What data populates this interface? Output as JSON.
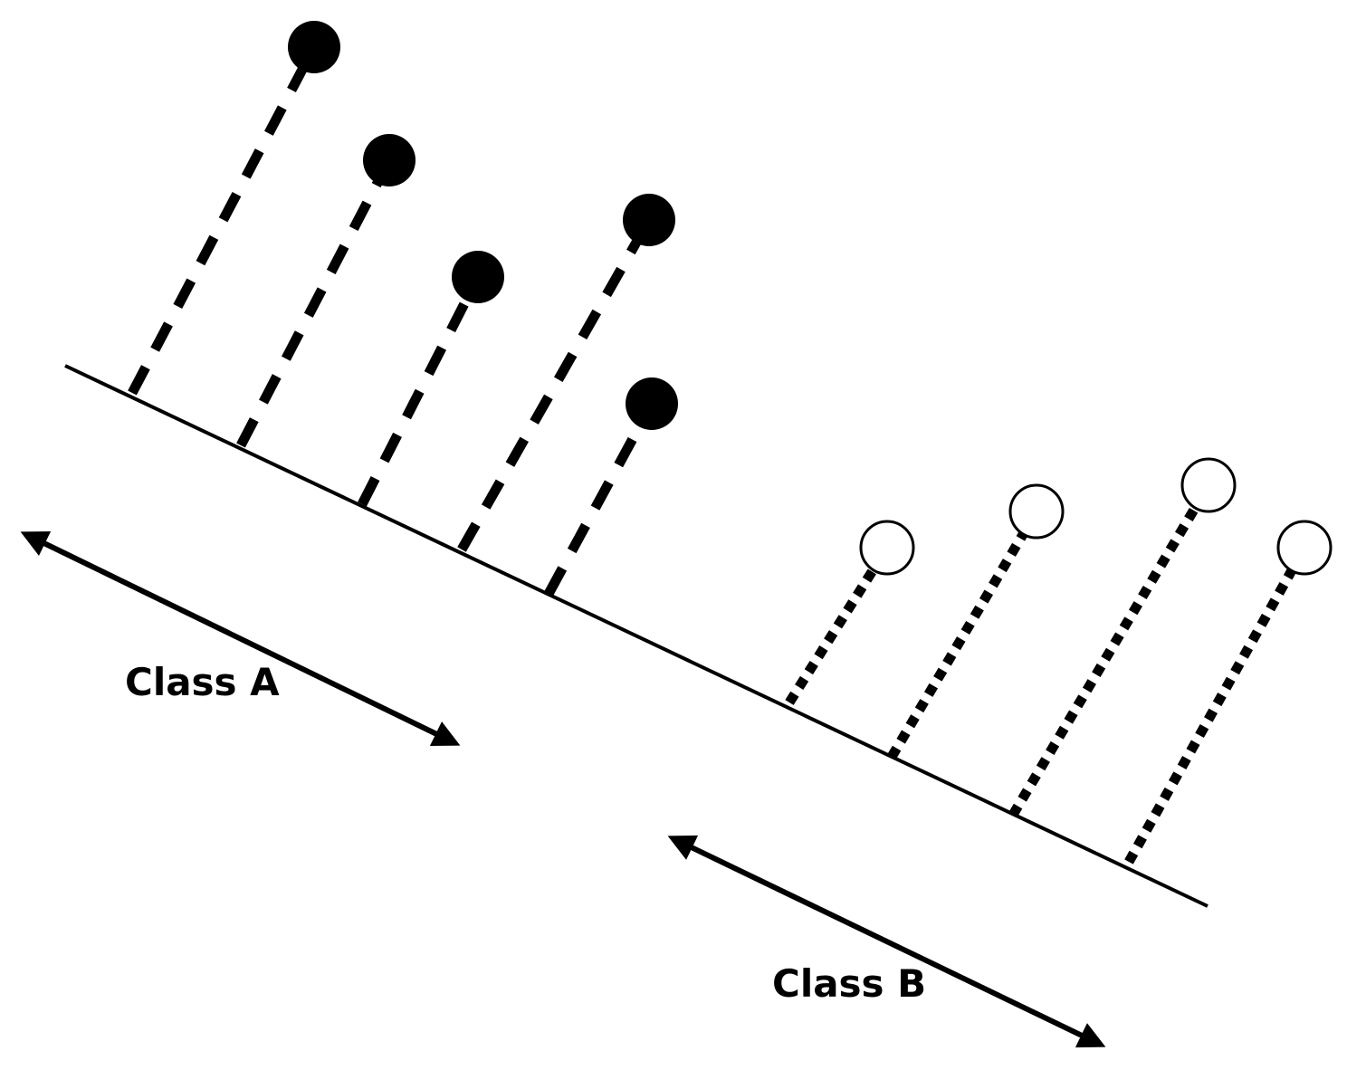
{
  "labels": {
    "class_a": "Class A",
    "class_b": "Class B"
  },
  "legend_groups": [
    {
      "key": "class_a",
      "marker": "filled-circle",
      "line_style": "dashed"
    },
    {
      "key": "class_b",
      "marker": "hollow-circle",
      "line_style": "dotted"
    }
  ],
  "colors": {
    "ink": "#000000",
    "background": "#ffffff"
  }
}
